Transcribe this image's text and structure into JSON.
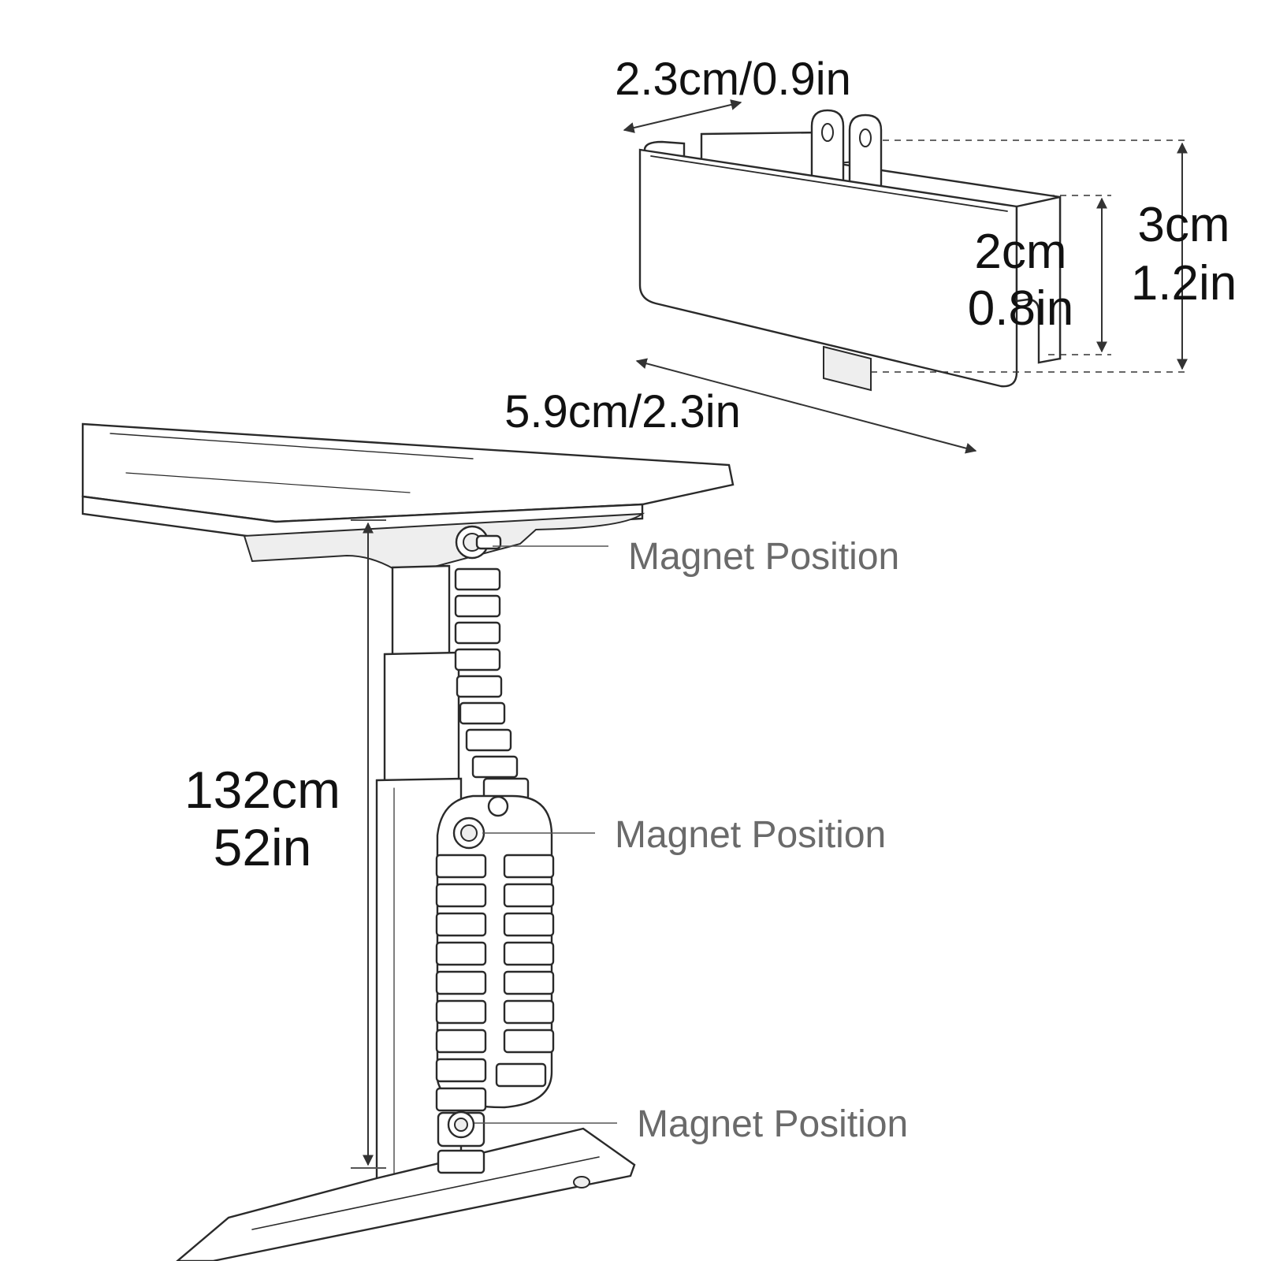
{
  "clip": {
    "width_label": "2.3cm/0.9in",
    "length_label": "5.9cm/2.3in",
    "inner_height_cm": "2cm",
    "inner_height_in": "0.8in",
    "outer_height_cm": "3cm",
    "outer_height_in": "1.2in"
  },
  "desk": {
    "height_cm": "132cm",
    "height_in": "52in"
  },
  "callouts": [
    {
      "label": "Magnet Position"
    },
    {
      "label": "Magnet Position"
    },
    {
      "label": "Magnet Position"
    }
  ],
  "colors": {
    "line": "#2a2a2a",
    "callout_text": "#6a6a6a",
    "dimension_text": "#111111"
  }
}
